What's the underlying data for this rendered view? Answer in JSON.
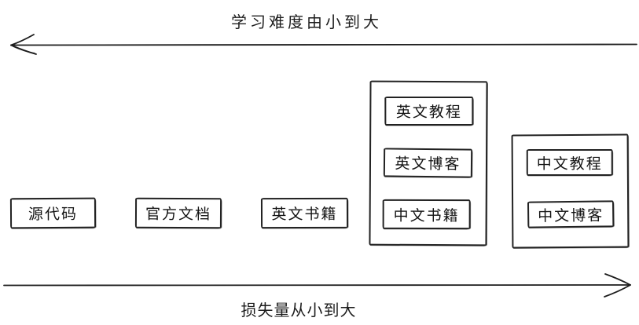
{
  "axes": {
    "top": {
      "label": "学习难度由小到大",
      "direction": "left"
    },
    "bottom": {
      "label": "损失量从小到大",
      "direction": "right"
    }
  },
  "standalone_items": [
    {
      "label": "源代码"
    },
    {
      "label": "官方文档"
    },
    {
      "label": "英文书籍"
    }
  ],
  "groups": [
    {
      "items": [
        {
          "label": "英文教程"
        },
        {
          "label": "英文博客"
        },
        {
          "label": "中文书籍"
        }
      ]
    },
    {
      "items": [
        {
          "label": "中文教程"
        },
        {
          "label": "中文博客"
        }
      ]
    }
  ],
  "colors": {
    "stroke": "#1c1c1c",
    "background": "#ffffff"
  }
}
